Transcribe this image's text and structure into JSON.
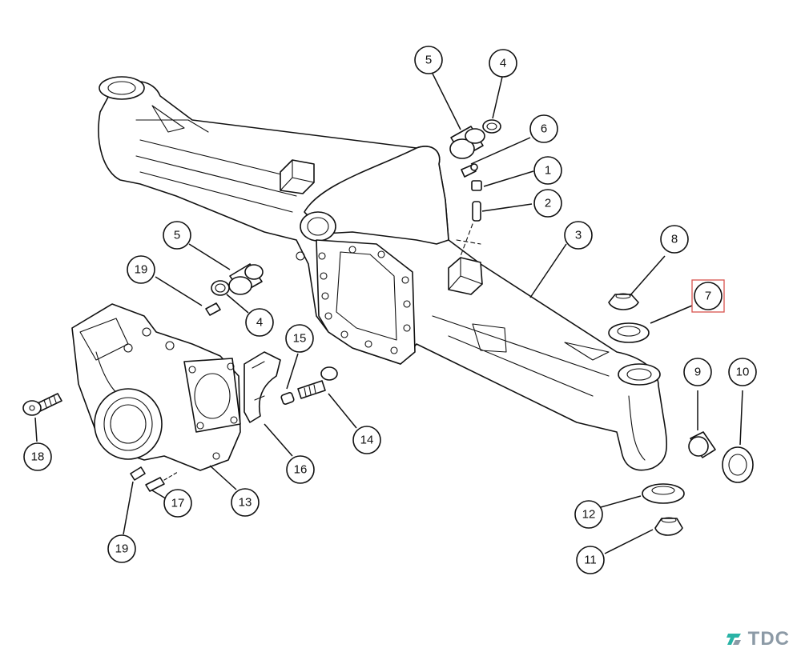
{
  "diagram": {
    "callouts": [
      {
        "id": "c5a",
        "label": "5"
      },
      {
        "id": "c4a",
        "label": "4"
      },
      {
        "id": "c6",
        "label": "6"
      },
      {
        "id": "c1",
        "label": "1"
      },
      {
        "id": "c2",
        "label": "2"
      },
      {
        "id": "c3",
        "label": "3"
      },
      {
        "id": "c8",
        "label": "8"
      },
      {
        "id": "c7",
        "label": "7",
        "highlighted": true
      },
      {
        "id": "c9",
        "label": "9"
      },
      {
        "id": "c10",
        "label": "10"
      },
      {
        "id": "c12",
        "label": "12"
      },
      {
        "id": "c11",
        "label": "11"
      },
      {
        "id": "c5b",
        "label": "5"
      },
      {
        "id": "c19a",
        "label": "19"
      },
      {
        "id": "c4b",
        "label": "4"
      },
      {
        "id": "c15",
        "label": "15"
      },
      {
        "id": "c14",
        "label": "14"
      },
      {
        "id": "c16",
        "label": "16"
      },
      {
        "id": "c18",
        "label": "18"
      },
      {
        "id": "c17",
        "label": "17"
      },
      {
        "id": "c13",
        "label": "13"
      },
      {
        "id": "c19b",
        "label": "19"
      }
    ],
    "highlight_color": "#d9534f"
  },
  "logo": {
    "text": "TDC",
    "color": "#8c9aa6",
    "accent": "#2ab3a6"
  }
}
